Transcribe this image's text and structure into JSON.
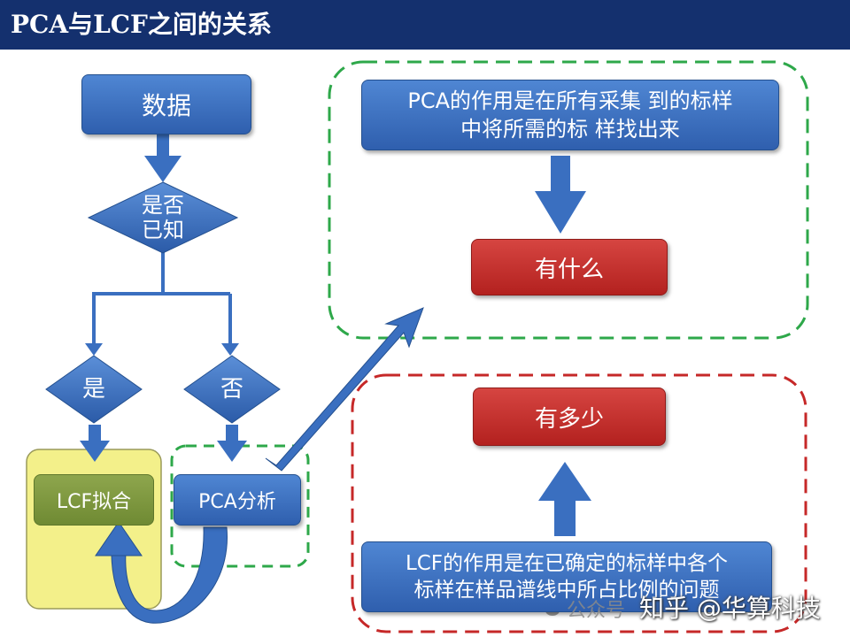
{
  "title": "PCA与LCF之间的关系",
  "nodes": {
    "data": "数据",
    "known_q": "是否\n已知",
    "yes": "是",
    "no": "否",
    "lcf_fit": "LCF拟合",
    "pca_analysis": "PCA分析",
    "pca_role": "PCA的作用是在所有采集 到的标样\n中将所需的标 样找出来",
    "what": "有什么",
    "how_much": "有多少",
    "lcf_role": "LCF的作用是在已确定的标样中各个\n标样在样品谱线中所占比例的问题"
  },
  "watermark": {
    "prefix": "公众号",
    "text": "知乎 @华算科技"
  },
  "colors": {
    "title_bg": "#14306e",
    "blue": "#3a6fc0",
    "red": "#c0302c",
    "green_dash": "#2ea84a",
    "red_dash": "#c62828",
    "yellow_highlight": "#f3f08a"
  }
}
